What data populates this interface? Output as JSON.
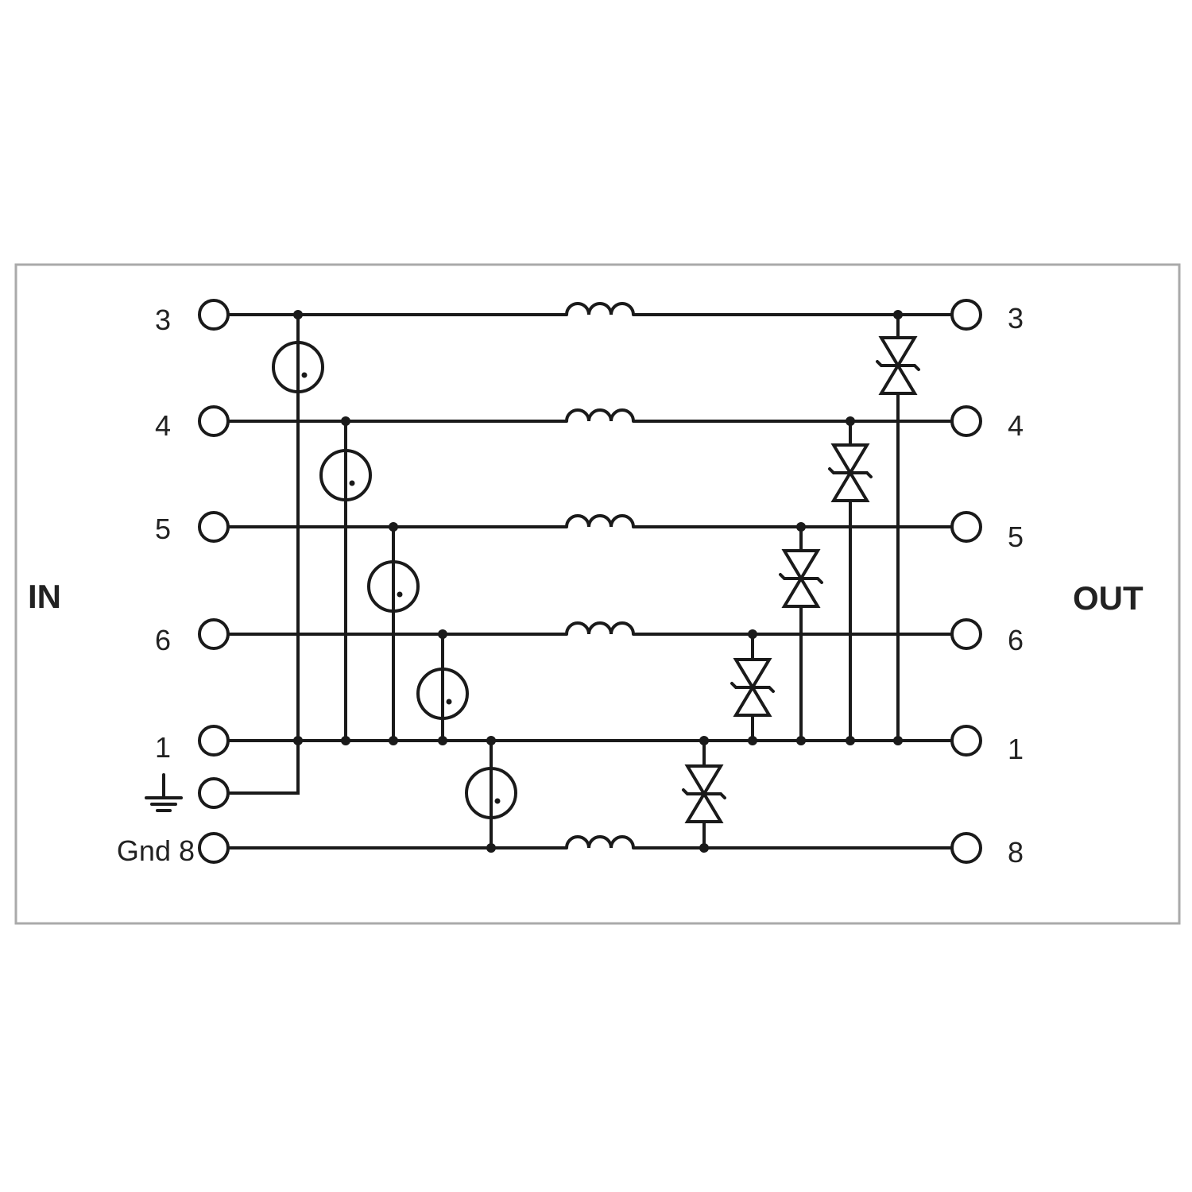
{
  "labels": {
    "in": "IN",
    "out": "OUT",
    "gnd_pin": "Gnd 8"
  },
  "inputs": [
    {
      "pin": "3"
    },
    {
      "pin": "4"
    },
    {
      "pin": "5"
    },
    {
      "pin": "6"
    },
    {
      "pin": "1"
    }
  ],
  "outputs": [
    {
      "pin": "3"
    },
    {
      "pin": "4"
    },
    {
      "pin": "5"
    },
    {
      "pin": "6"
    },
    {
      "pin": "1"
    },
    {
      "pin": "8"
    }
  ],
  "icons": {
    "ground": "ground-icon",
    "inductor": "inductor-icon",
    "gas_discharge_tube": "gas-discharge-tube-icon",
    "tvs_diode": "tvs-diode-icon"
  },
  "colors": {
    "line": "#1a1a1a",
    "frame": "#aaaaaa"
  }
}
